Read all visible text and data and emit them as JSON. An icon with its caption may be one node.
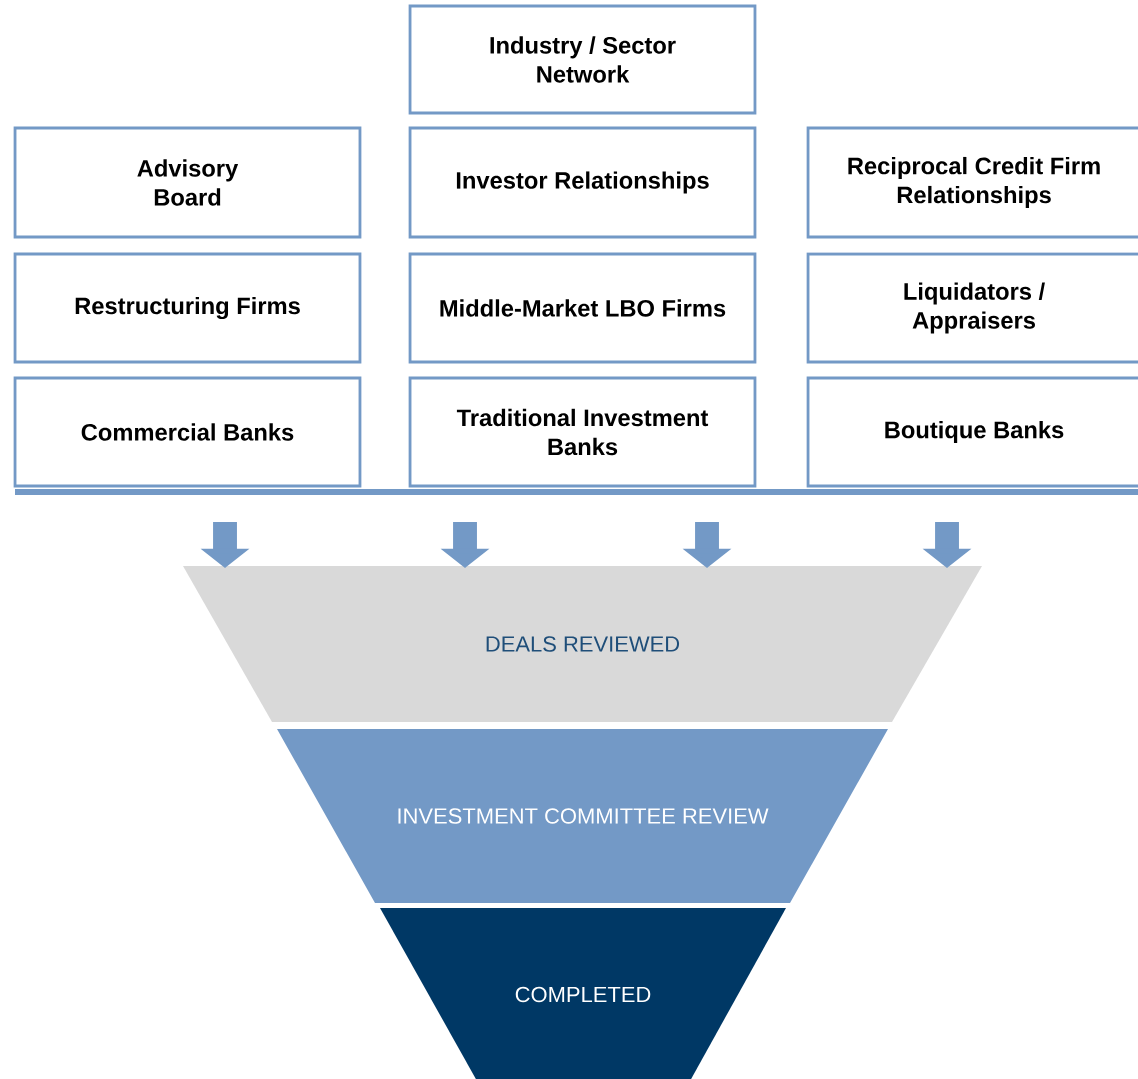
{
  "diagram": {
    "nodes": [
      {
        "text": [
          "Industry / Sector Network"
        ]
      },
      {
        "text": [
          "Advisory Board"
        ]
      },
      {
        "text": [
          "Investor Relationships"
        ]
      },
      {
        "text": [
          "Reciprocal Credit Firm Relationships"
        ]
      },
      {
        "text": [
          "Restructuring Firms"
        ]
      },
      {
        "text": [
          "Middle-Market LBO Firms"
        ]
      },
      {
        "text": [
          "Liquidators / Appraisers"
        ]
      },
      {
        "text": [
          "Commercial Banks"
        ]
      },
      {
        "text": [
          "Traditional Investment Banks"
        ]
      },
      {
        "text": [
          "Boutique Banks"
        ]
      },
      {
        "text": [
          "DEALS REVIEWED"
        ]
      },
      {
        "text": [
          "INVESTMENT COMMITTEE REVIEW"
        ]
      },
      {
        "text": [
          "COMPLETED"
        ]
      }
    ],
    "edges": [
      {
        "from": null,
        "to": 10,
        "arrow": "to"
      },
      {
        "from": null,
        "to": 10,
        "arrow": "to"
      },
      {
        "from": null,
        "to": 10,
        "arrow": "to"
      },
      {
        "from": null,
        "to": 10,
        "arrow": "to"
      }
    ]
  }
}
